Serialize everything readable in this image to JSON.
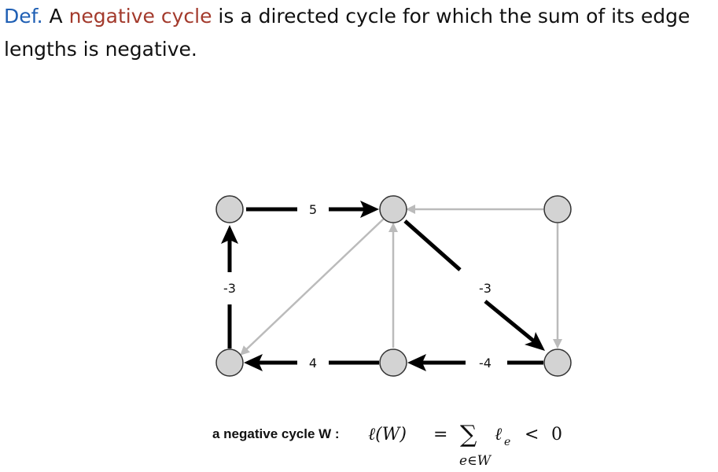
{
  "definition": {
    "label": "Def.",
    "text_before": " A ",
    "term": "negative cycle",
    "text_after": " is a directed cycle for which the sum of its edge lengths is negative."
  },
  "graph": {
    "edge_labels": {
      "top_left": "5",
      "left_vertical": "-3",
      "diagonal_right": "-3",
      "bottom_left": "4",
      "bottom_right": "-4"
    }
  },
  "formula": {
    "caption": "a negative cycle W :",
    "lhs": "ℓ(W)",
    "equals": "=",
    "sum": "∑",
    "term": "ℓ",
    "term_sub": "e",
    "less": "<",
    "rhs": "0",
    "sum_sub": "e∈W"
  },
  "colors": {
    "node_fill": "#d3d3d3",
    "cycle_edge": "#000000",
    "other_edge": "#bbbbbb",
    "def_label": "#1f5fb4",
    "term_color": "#a33a2c"
  }
}
